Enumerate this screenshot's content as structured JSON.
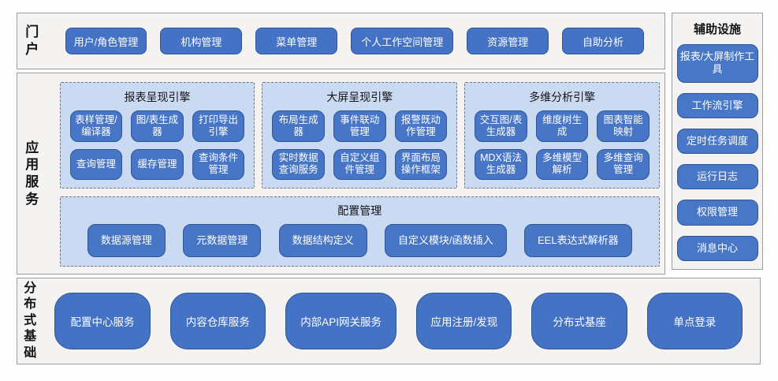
{
  "portal": {
    "label": "门户",
    "buttons": [
      "用户/角色管理",
      "机构管理",
      "菜单管理",
      "个人工作空间管理",
      "资源管理",
      "自助分析"
    ]
  },
  "app_services": {
    "label": "应用服务",
    "engines": [
      {
        "title": "报表呈现引擎",
        "buttons": [
          "表样管理/编译器",
          "图/表生成器",
          "打印导出引擎",
          "查询管理",
          "缓存管理",
          "查询条件管理"
        ]
      },
      {
        "title": "大屏呈现引擎",
        "buttons": [
          "布局生成器",
          "事件联动管理",
          "报警既动作管理",
          "实时数据查询服务",
          "自定义组件管理",
          "界面布局操作框架"
        ]
      },
      {
        "title": "多维分析引擎",
        "buttons": [
          "交互图/表生成器",
          "维度树生成",
          "图表智能映射",
          "MDX语法生成器",
          "多维模型解析",
          "多维查询管理"
        ]
      }
    ],
    "config": {
      "title": "配置管理",
      "buttons": [
        "数据源管理",
        "元数据管理",
        "数据结构定义",
        "自定义模块/函数插入",
        "EEL表达式解析器"
      ]
    }
  },
  "distributed": {
    "label": "分布式基础",
    "buttons": [
      "配置中心服务",
      "内容仓库服务",
      "内部API网关服务",
      "应用注册/发现",
      "分布式基座",
      "单点登录"
    ]
  },
  "auxiliary": {
    "title": "辅助设施",
    "buttons": [
      "报表/大屏制作工具",
      "工作流引擎",
      "定时任务调度",
      "运行日志",
      "权限管理",
      "消息中心"
    ]
  },
  "colors": {
    "button_blue": "#4472C4",
    "button_border": "#2F5597",
    "group_background": "#CBDAF3",
    "panel_background": "#F4F3F1",
    "panel_border": "#9E9E9E",
    "dashed_border": "#767676",
    "button_text": "#FFFFFF",
    "label_text": "#141414"
  }
}
